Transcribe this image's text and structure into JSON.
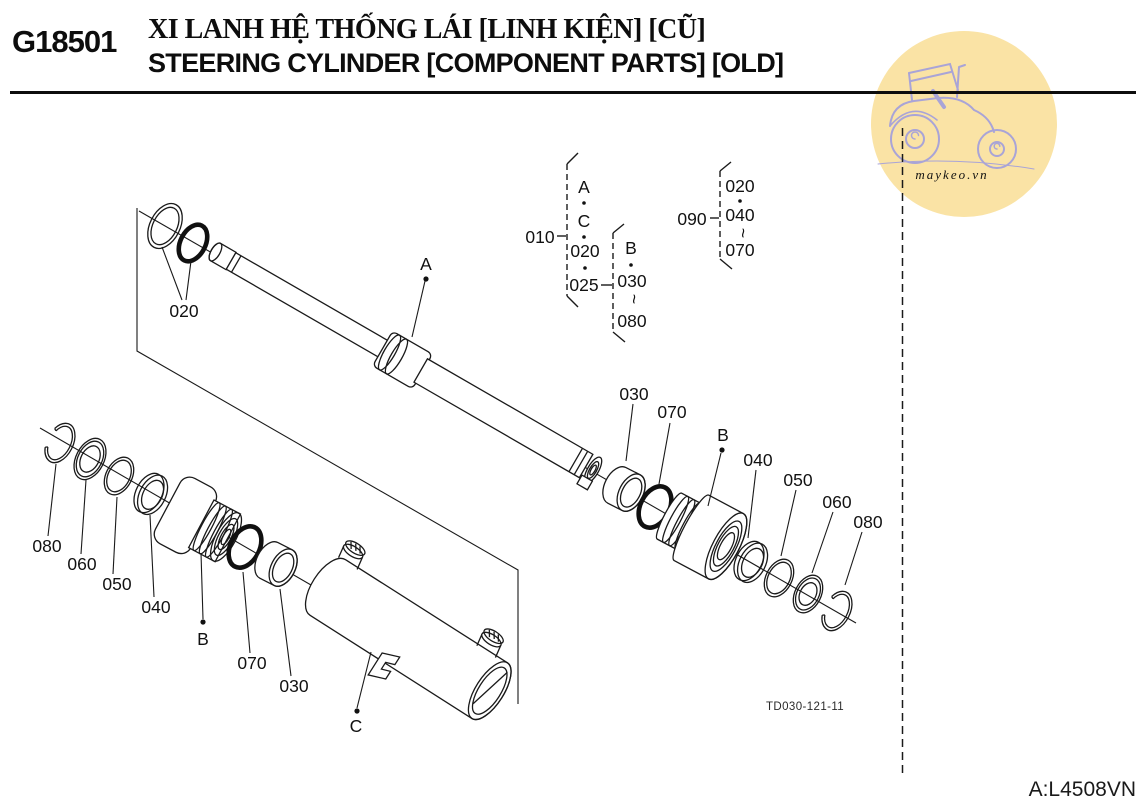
{
  "header": {
    "code": "G18501",
    "title_vi": "XI LANH HỆ THỐNG LÁI [LINH KIỆN] [CŨ]",
    "title_en": "STEERING CYLINDER [COMPONENT PARTS] [OLD]"
  },
  "watermark": {
    "site": "maykeo.vn",
    "colors": {
      "circle": "#fae3a5",
      "art": "#a9a4d7"
    }
  },
  "callouts": {
    "separator_dot": "·",
    "separator_range": "~",
    "group1": {
      "label": "010",
      "items": [
        "A",
        "C",
        "020",
        "025"
      ]
    },
    "group2": {
      "items": [
        "B",
        "030",
        "080"
      ]
    },
    "group3": {
      "label": "090",
      "items": [
        "020",
        "040",
        "070"
      ]
    }
  },
  "labels": {
    "rings_top": "020",
    "rod": "A",
    "right": [
      "030",
      "070",
      "B",
      "040",
      "050",
      "060",
      "080"
    ],
    "left": [
      "080",
      "060",
      "050",
      "040",
      "B",
      "070",
      "030",
      "C"
    ]
  },
  "footer": {
    "drawing_ref": "TD030-121-11",
    "page_code": "A:L4508VN"
  }
}
